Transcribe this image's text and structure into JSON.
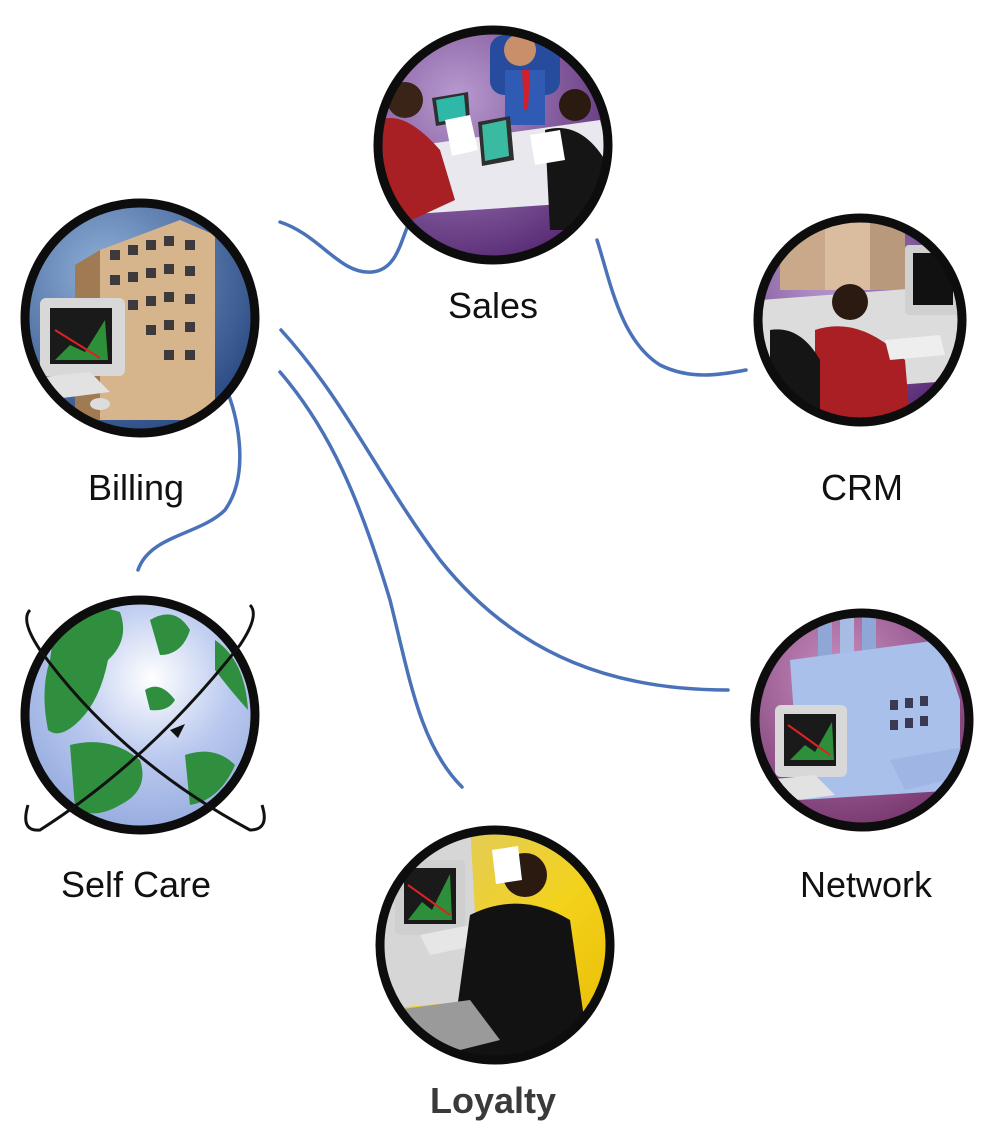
{
  "nodes": {
    "sales": {
      "label": "Sales",
      "icon": "business-meeting-icon"
    },
    "billing": {
      "label": "Billing",
      "icon": "office-building-computer-icon"
    },
    "crm": {
      "label": "CRM",
      "icon": "call-center-agent-icon"
    },
    "self_care": {
      "label": "Self Care",
      "icon": "globe-orbit-icon"
    },
    "network": {
      "label": "Network",
      "icon": "factory-network-icon"
    },
    "loyalty": {
      "label": "Loyalty",
      "icon": "analyst-workstation-icon"
    }
  },
  "connections": [
    {
      "from": "Billing",
      "to": "Sales"
    },
    {
      "from": "Sales",
      "to": "CRM"
    },
    {
      "from": "Billing",
      "to": "Self Care"
    },
    {
      "from": "Billing",
      "to": "Network"
    },
    {
      "from": "Billing",
      "to": "Loyalty"
    }
  ],
  "colors": {
    "connector": "#4a72b8",
    "ring": "#0d0d0d"
  }
}
